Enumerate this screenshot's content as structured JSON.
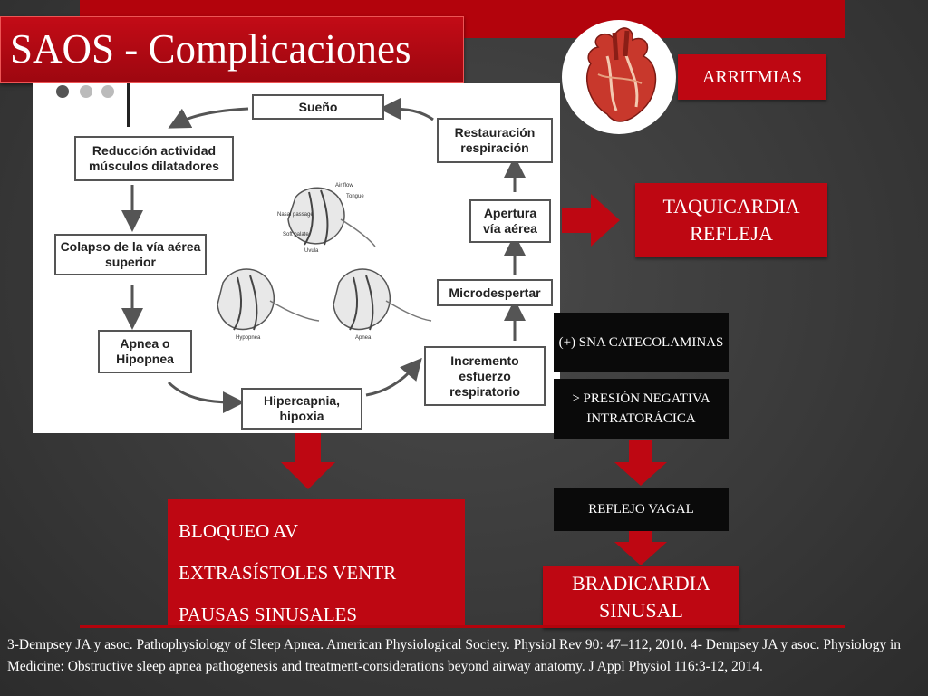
{
  "slide": {
    "title": "SAOS - Complicaciones"
  },
  "cycle": {
    "sleep": "Sueño",
    "reduction": "Reducción  actividad músculos dilatadores",
    "collapse": "Colapso de la vía aérea superior",
    "apnea": "Apnea o Hipopnea",
    "hypercapnia": "Hipercapnia, hipoxia",
    "effort": "Incremento esfuerzo respiratorio",
    "microarousal": "Microdespertar",
    "opening": "Apertura vía aérea",
    "restoration": "Restauración respiración"
  },
  "anatomy": {
    "air_flow": "Air flow",
    "tongue": "Tongue",
    "nasal_passage": "Nasal passage",
    "soft_palate": "Soft palate",
    "uvula": "Uvula",
    "hypopnea": "Hypopnea",
    "apnea": "Apnea"
  },
  "complications": {
    "arrhythmias": "ARRITMIAS",
    "tachycardia": "TAQUICARDIA REFLEJA",
    "sns": "(+) SNA CATECOLAMINAS",
    "pressure": "> PRESIÓN NEGATIVA INTRATORÁCICA",
    "vagal": "REFLEJO VAGAL",
    "bradycardia": "BRADICARDIA SINUSAL",
    "block": "BLOQUEO AV",
    "extrasystoles": "EXTRASÍSTOLES VENTR",
    "pauses": "PAUSAS SINUSALES"
  },
  "references": "3-Dempsey JA y asoc. Pathophysiology of Sleep Apnea. American Physiological Society. Physiol Rev 90: 47–112, 2010. 4- Dempsey JA y asoc. Physiology in Medicine: Obstructive sleep apnea pathogenesis and treatment-considerations beyond airway anatomy. J Appl Physiol 116:3-12, 2014.",
  "colors": {
    "accent_red": "#be0712",
    "box_black": "#0a0a0a"
  }
}
